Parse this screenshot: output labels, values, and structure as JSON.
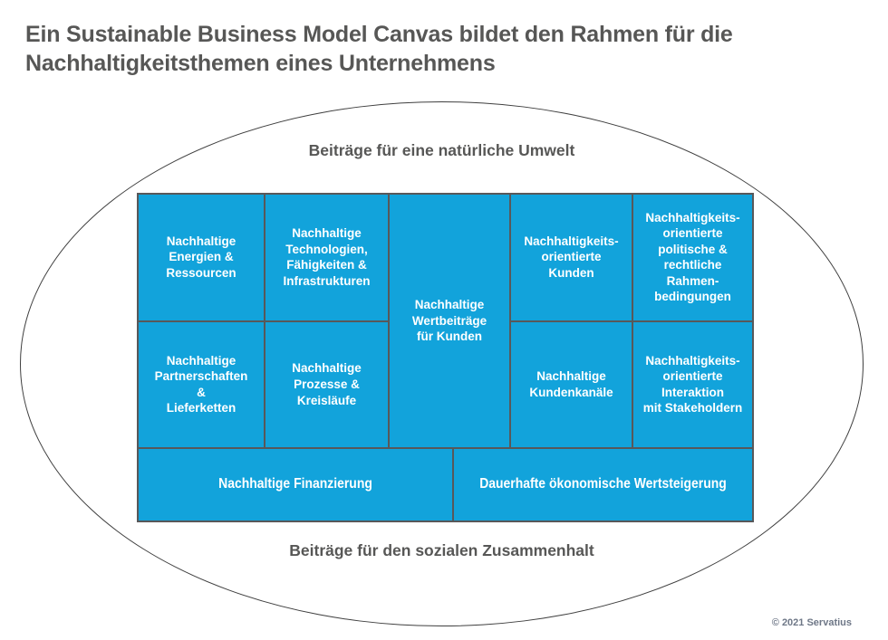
{
  "title": "Ein Sustainable Business Model Canvas bildet den Rahmen für die\nNachhaltigkeitsthemen eines Unternehmens",
  "ellipse": {
    "top_label": "Beiträge für eine natürliche Umwelt",
    "bottom_label": "Beiträge für den sozialen Zusammenhalt"
  },
  "canvas": {
    "boxes": {
      "energien": "Nachhaltige\nEnergien &\nRessourcen",
      "technologien": "Nachhaltige\nTechnologien,\nFähigkeiten &\nInfrastrukturen",
      "wertbeitraege": "Nachhaltige\nWertbeiträge\nfür Kunden",
      "kunden": "Nachhaltigkeits-\norientierte\nKunden",
      "rahmenbedingungen": "Nachhaltigkeits-\norientierte\npolitische &\nrechtliche\nRahmen-\nbedingungen",
      "partnerschaften": "Nachhaltige\nPartnerschaften\n&\nLieferketten",
      "prozesse": "Nachhaltige\nProzesse &\nKreisläufe",
      "kundenkanaele": "Nachhaltige\nKundenkanäle",
      "interaktion": "Nachhaltigkeits-\norientierte\nInteraktion\nmit Stakeholdern",
      "finanzierung": "Nachhaltige Finanzierung",
      "wertsteigerung": "Dauerhafte ökonomische Wertsteigerung"
    }
  },
  "colors": {
    "box_fill": "#12a3db",
    "box_border": "#58585a",
    "box_text": "#ffffff",
    "heading_text": "#575756",
    "ellipse_stroke": "#3f3f3f",
    "copyright_text": "#6e7787"
  },
  "footer": {
    "copyright": "© 2021 Servatius"
  }
}
